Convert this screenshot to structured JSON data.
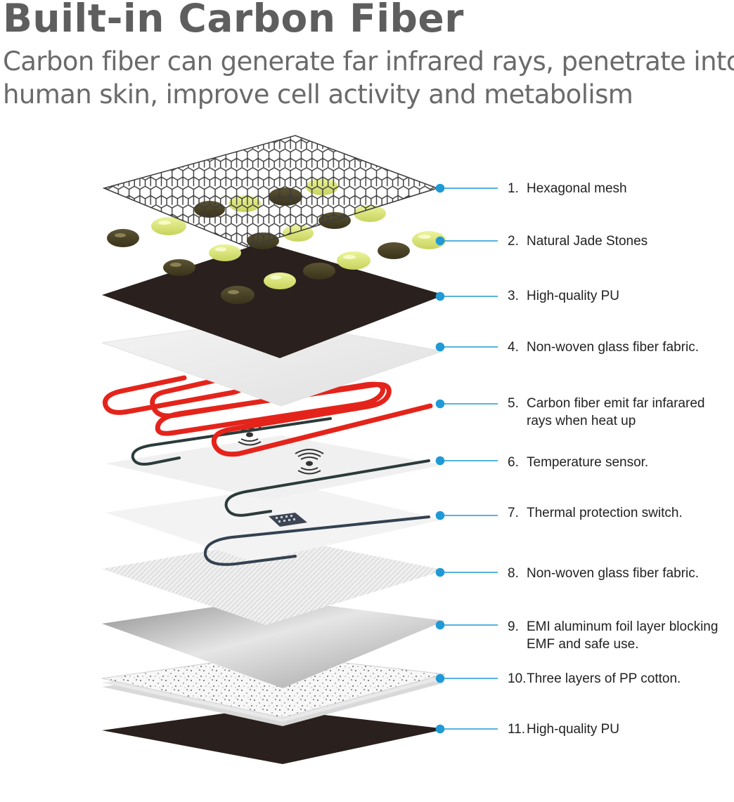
{
  "header": {
    "title": "Built-in Carbon Fiber",
    "subtitle_line1": "Carbon fiber can generate far infrared rays, penetrate into",
    "subtitle_line2": "human skin, improve cell activity and metabolism"
  },
  "colors": {
    "heading": "#5e5e5e",
    "subheading": "#6a6a6a",
    "leader": "#1f9ad6",
    "heating_wire": "#e4241b",
    "sensor_wire": "#2b3b3a",
    "protection_wire": "#344150",
    "pu_layer": "#2a201d",
    "jade_light": "#d9e57d",
    "jade_dark": "#4a4226"
  },
  "layers": [
    {
      "num": "1.",
      "text": "Hexagonal mesh",
      "cont": ""
    },
    {
      "num": "2.",
      "text": "Natural Jade Stones",
      "cont": ""
    },
    {
      "num": "3.",
      "text": "High-quality PU",
      "cont": ""
    },
    {
      "num": "4.",
      "text": "Non-woven glass fiber fabric.",
      "cont": ""
    },
    {
      "num": "5.",
      "text": "Carbon fiber emit far infarared",
      "cont": "rays when heat up"
    },
    {
      "num": "6.",
      "text": "Temperature sensor.",
      "cont": ""
    },
    {
      "num": "7.",
      "text": "Thermal protection switch.",
      "cont": ""
    },
    {
      "num": "8.",
      "text": "Non-woven glass fiber fabric.",
      "cont": ""
    },
    {
      "num": "9.",
      "text": "EMI aluminum foil layer blocking",
      "cont": "EMF and safe use."
    },
    {
      "num": "10.",
      "text": "Three layers of PP cotton.",
      "cont": ""
    },
    {
      "num": "11.",
      "text": "High-quality PU",
      "cont": ""
    }
  ],
  "icons": {
    "sensor": "wifi-signal-icon",
    "switch": "chip-icon"
  }
}
